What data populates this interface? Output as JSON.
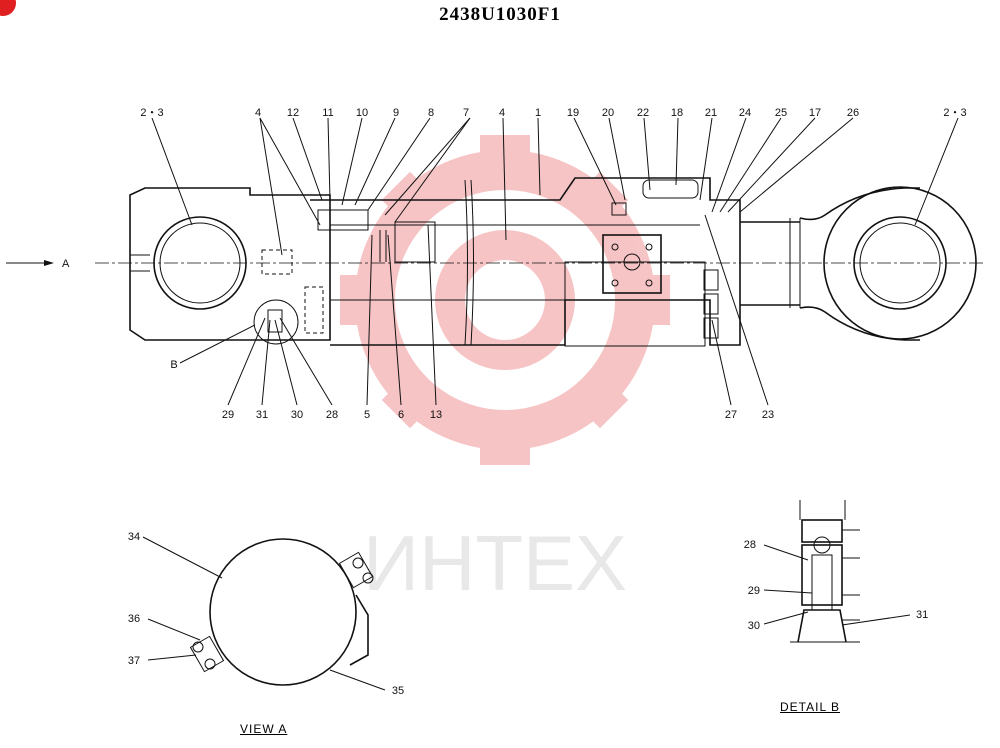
{
  "title": "2438U1030F1",
  "watermark": {
    "text": "ИНТЕХ",
    "color": "#f2a0a0"
  },
  "colors": {
    "badge": "#e02020",
    "line": "#111111"
  },
  "view_label": "A",
  "callouts_top": [
    "2・3",
    "4",
    "12",
    "11",
    "10",
    "9",
    "8",
    "7",
    "4",
    "1",
    "19",
    "20",
    "22",
    "18",
    "21",
    "24",
    "25",
    "17",
    "26",
    "2・3"
  ],
  "callouts_bottom": [
    "29",
    "31",
    "30",
    "28",
    "5",
    "6",
    "13",
    "27",
    "23"
  ],
  "callout_b": "B",
  "view_a": {
    "caption": "VIEW A",
    "labels": [
      "34",
      "36",
      "37",
      "35"
    ]
  },
  "detail_b": {
    "caption": "DETAIL B",
    "labels": [
      "28",
      "29",
      "30",
      "31"
    ]
  }
}
